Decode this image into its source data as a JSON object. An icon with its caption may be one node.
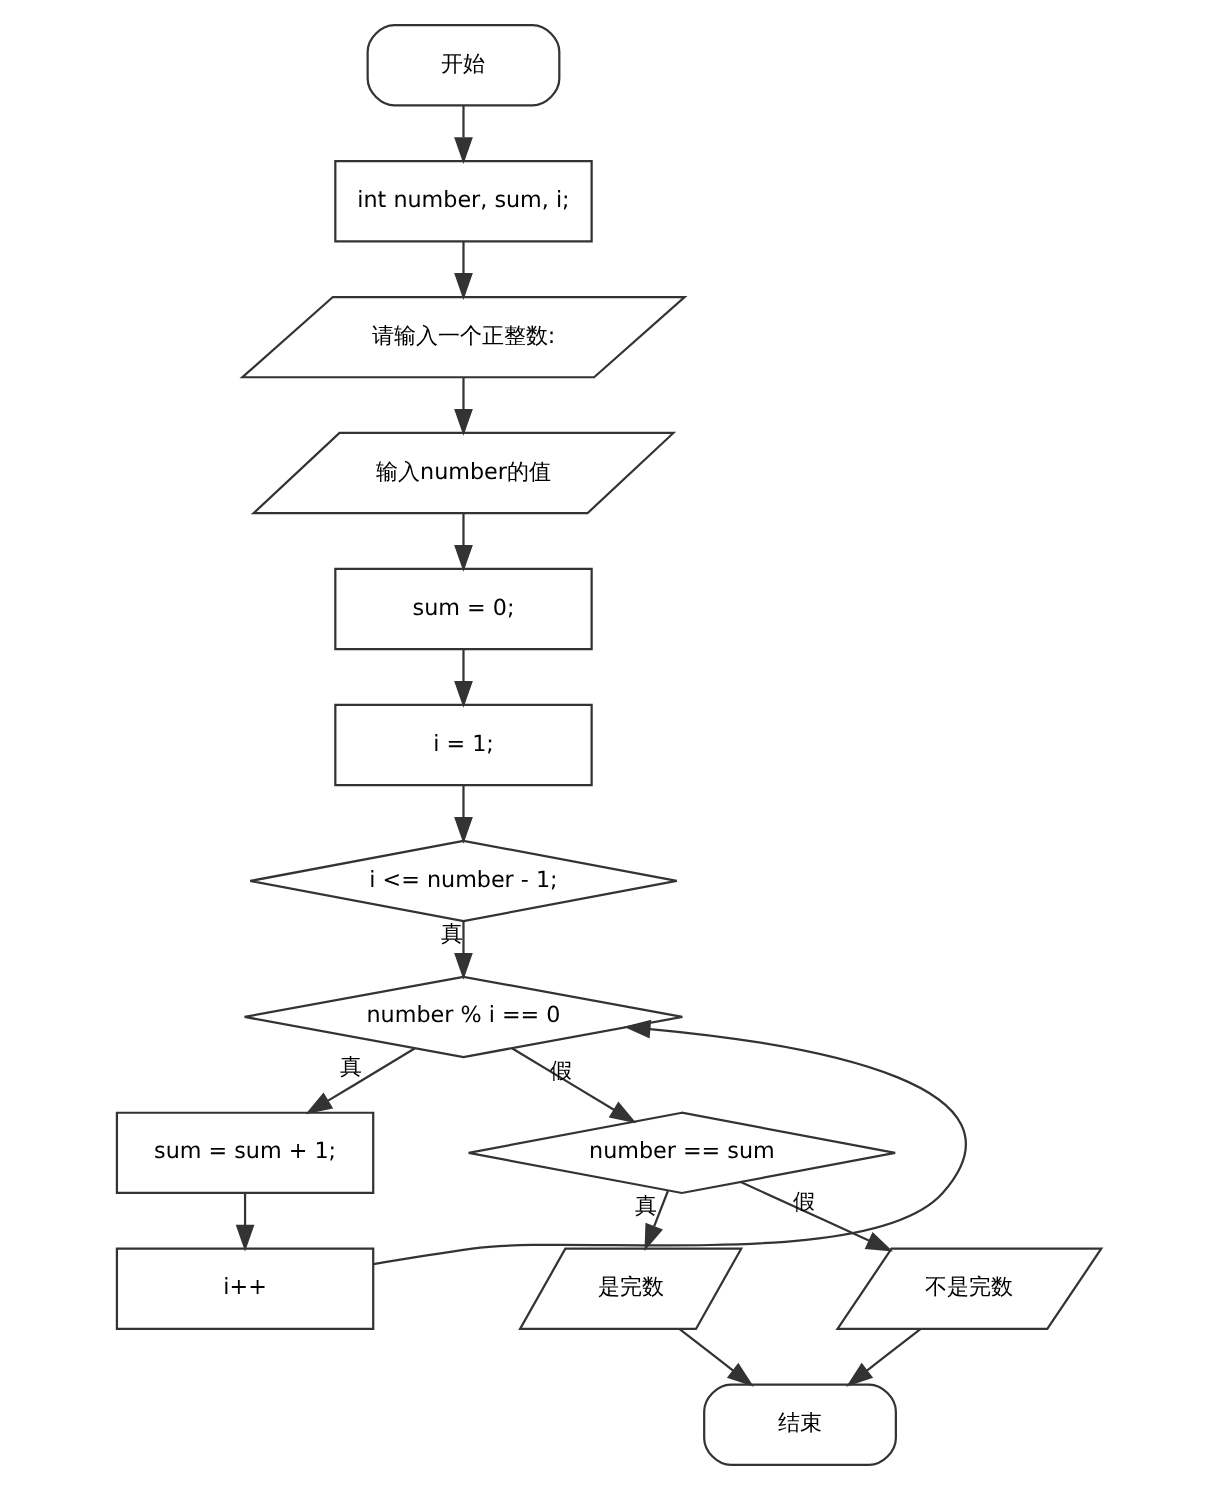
{
  "diagram": {
    "nodes": [
      {
        "text": [
          "开始"
        ]
      },
      {
        "text": [
          "int number, sum, i;"
        ]
      },
      {
        "text": [
          "请输入一个正整数:"
        ]
      },
      {
        "text": [
          "输入number的值"
        ]
      },
      {
        "text": [
          "sum = 0;"
        ]
      },
      {
        "text": [
          "i = 1;"
        ]
      },
      {
        "text": [
          "i <= number - 1;"
        ]
      },
      {
        "text": [
          "number % i == 0"
        ]
      },
      {
        "text": [
          "sum = sum + 1;"
        ]
      },
      {
        "text": [
          "i++"
        ]
      },
      {
        "text": [
          "number == sum"
        ]
      },
      {
        "text": [
          "是完数"
        ]
      },
      {
        "text": [
          "不是完数"
        ]
      },
      {
        "text": [
          "结束"
        ]
      }
    ],
    "edges": [
      {
        "from": 0,
        "to": 1,
        "arrow": "to"
      },
      {
        "from": 1,
        "to": 2,
        "arrow": "to"
      },
      {
        "from": 2,
        "to": 3,
        "arrow": "to"
      },
      {
        "from": 3,
        "to": 4,
        "arrow": "to"
      },
      {
        "from": 4,
        "to": 5,
        "arrow": "to"
      },
      {
        "from": 5,
        "to": 6,
        "arrow": "to"
      },
      {
        "from": 6,
        "to": 7,
        "arrow": "to",
        "label": "真"
      },
      {
        "from": 7,
        "to": 8,
        "arrow": "to",
        "label": "真"
      },
      {
        "from": 8,
        "to": 9,
        "arrow": "to"
      },
      {
        "from": 9,
        "to": 7,
        "arrow": "to"
      },
      {
        "from": 7,
        "to": 10,
        "arrow": "to",
        "label": "假"
      },
      {
        "from": 10,
        "to": 11,
        "arrow": "to",
        "label": "真"
      },
      {
        "from": 10,
        "to": 12,
        "arrow": "to",
        "label": "假"
      },
      {
        "from": 11,
        "to": 13,
        "arrow": "to"
      },
      {
        "from": 12,
        "to": 13,
        "arrow": "to"
      }
    ]
  }
}
